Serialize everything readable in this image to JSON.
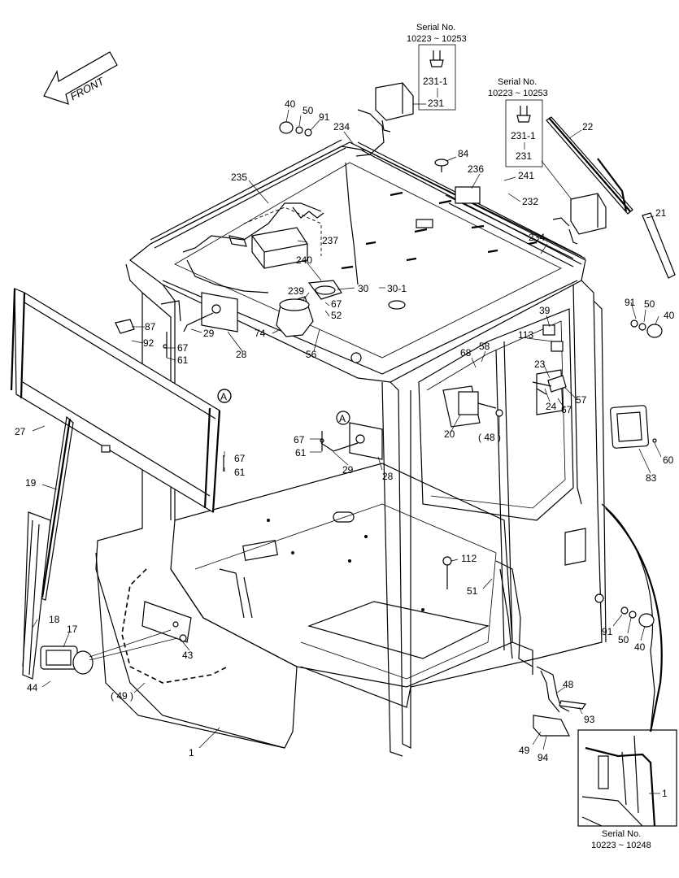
{
  "front_label": "FRONT",
  "serial_boxes": [
    {
      "title": "Serial No.",
      "range": "10223 ~ 10253",
      "parts": [
        "231-1",
        "231"
      ]
    },
    {
      "title": "Serial No.",
      "range": "10223 ~ 10253",
      "parts": [
        "231-1",
        "231"
      ]
    }
  ],
  "inset": {
    "title": "Serial No.",
    "range": "10223 ~ 10248",
    "callout": "1"
  },
  "section_marker": "A",
  "callouts": {
    "c40a": "40",
    "c50a": "50",
    "c91a": "91",
    "c234a": "234",
    "c84": "84",
    "c236": "236",
    "c241": "241",
    "c232": "232",
    "c22": "22",
    "c235": "235",
    "c237": "237",
    "c240": "240",
    "c234b": "234",
    "c21": "21",
    "c30": "30",
    "c30_1": "30-1",
    "c239": "239",
    "c67a": "67",
    "c52": "52",
    "c87": "87",
    "c92": "92",
    "c29a": "29",
    "c74": "74",
    "c56": "56",
    "c67b": "67",
    "c61a": "61",
    "c28a": "28",
    "c91b": "91",
    "c50b": "50",
    "c40b": "40",
    "c39": "39",
    "c113": "113",
    "c58": "58",
    "c68": "68",
    "c23": "23",
    "c24": "24",
    "c57": "57",
    "c67c": "67",
    "c20": "20",
    "c48a": "( 48 )",
    "c27": "27",
    "c67d": "67",
    "c61b": "61",
    "c29b": "29",
    "c28b": "28",
    "c67e": "67",
    "c61c": "61",
    "c60": "60",
    "c83": "83",
    "c19": "19",
    "c112": "112",
    "c51": "51",
    "c18": "18",
    "c17": "17",
    "c43": "43",
    "c91c": "91",
    "c50c": "50",
    "c40c": "40",
    "c44": "44",
    "c49a": "( 49 )",
    "c48b": "48",
    "c93": "93",
    "c49b": "49",
    "c94": "94",
    "c1": "1"
  }
}
